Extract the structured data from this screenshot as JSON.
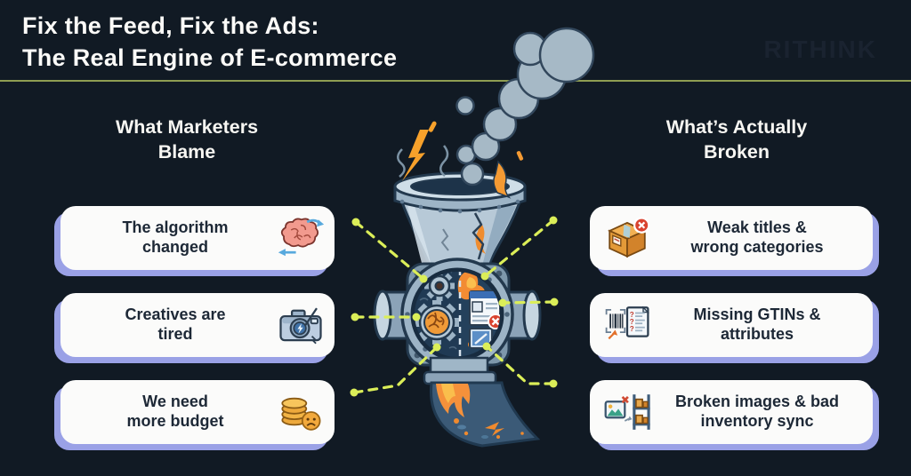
{
  "page": {
    "background": "#111a24",
    "accent_connector": "#dbee58",
    "divider_color": "#8f9e52",
    "card_background": "#fbfbfa",
    "card_shadow": "#9aa1e6",
    "card_text_color": "#1d2836"
  },
  "header": {
    "title_line1": "Fix the Feed, Fix the Ads:",
    "title_line2": "The Real Engine of E-commerce",
    "watermark": "RITHINK"
  },
  "columns": {
    "left": {
      "heading": "What Marketers Blame",
      "cards": [
        {
          "text": "The algorithm changed",
          "icon": "brain-with-arrows"
        },
        {
          "text": "Creatives are tired",
          "icon": "cracked-camera"
        },
        {
          "text": "We need more budget",
          "icon": "coins-sad-face"
        }
      ]
    },
    "right": {
      "heading": "What’s Actually Broken",
      "cards": [
        {
          "text": "Weak titles & wrong categories",
          "icon": "box-with-error"
        },
        {
          "text": "Missing GTINs & attributes",
          "icon": "barcode-question-doc"
        },
        {
          "text": "Broken images & bad inventory sync",
          "icon": "broken-image-shelf"
        }
      ]
    }
  },
  "illustration": {
    "name": "broken-feed-funnel-machine",
    "elements": [
      "smoke-plume",
      "lightning-bolt",
      "cracked-funnel",
      "gear-chamber",
      "tangled-gear",
      "rejected-product-docs",
      "flaming-output-spout"
    ],
    "colors": {
      "steel": "#9db4c6",
      "flame_orange": "#f0902f",
      "spout_blue": "#3b5a77",
      "interior_navy": "#24415c",
      "smoke_grey": "#a6b9c6"
    }
  }
}
